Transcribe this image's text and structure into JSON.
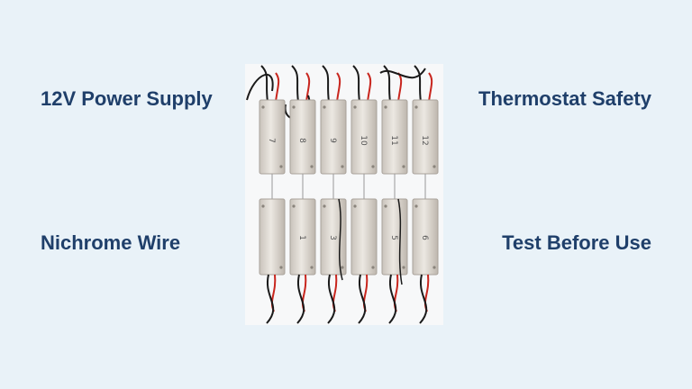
{
  "labels": {
    "top_left": "12V Power Supply",
    "bottom_left": "Nichrome Wire",
    "top_right": "Thermostat Safety",
    "bottom_right": "Test Before Use"
  },
  "photo": {
    "top_row_marks": [
      "7",
      "8",
      "9",
      "10",
      "11",
      "12"
    ],
    "bottom_row_marks": [
      "",
      "1",
      "3",
      "",
      "5",
      "6"
    ]
  },
  "colors": {
    "background": "#e9f2f8",
    "label_text": "#1f3f6a",
    "heater_body": "#d8d3cc",
    "wire_red": "#c8261e",
    "wire_black": "#1a1a1a"
  }
}
